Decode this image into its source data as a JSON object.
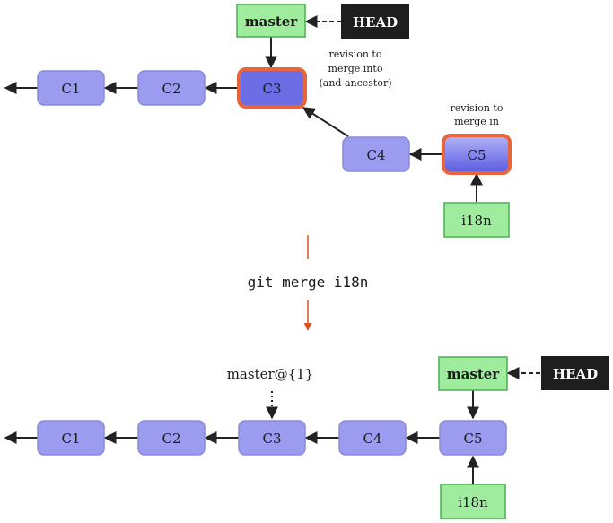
{
  "colors": {
    "commit_fill_top": "#a9a9f7",
    "commit_fill": "#9b9bf0",
    "commit_fill_bottom": "#5f5fe0",
    "commit_stroke": "#8a8ad8",
    "highlight_stroke": "#e8643a",
    "branch_fill": "#9fec9f",
    "branch_stroke": "#4caf50",
    "head_fill": "#1e1e1e",
    "arrow": "#222222",
    "orange_arrow": "#d9531e"
  },
  "before": {
    "commits": [
      "C1",
      "C2",
      "C3",
      "C4",
      "C5"
    ],
    "branch_master": "master",
    "head": "HEAD",
    "branch_i18n": "i18n",
    "note_merge_into": [
      "revision to",
      "merge into",
      "(and ancestor)"
    ],
    "note_merge_in": [
      "revision to",
      "merge in"
    ]
  },
  "command": "git merge i18n",
  "after": {
    "commits": [
      "C1",
      "C2",
      "C3",
      "C4",
      "C5"
    ],
    "branch_master": "master",
    "head": "HEAD",
    "branch_i18n": "i18n",
    "reflog_ref": "master@{1}"
  },
  "icons": {
    "arrow": "arrow-left-icon",
    "flow": "arrow-down-icon"
  }
}
